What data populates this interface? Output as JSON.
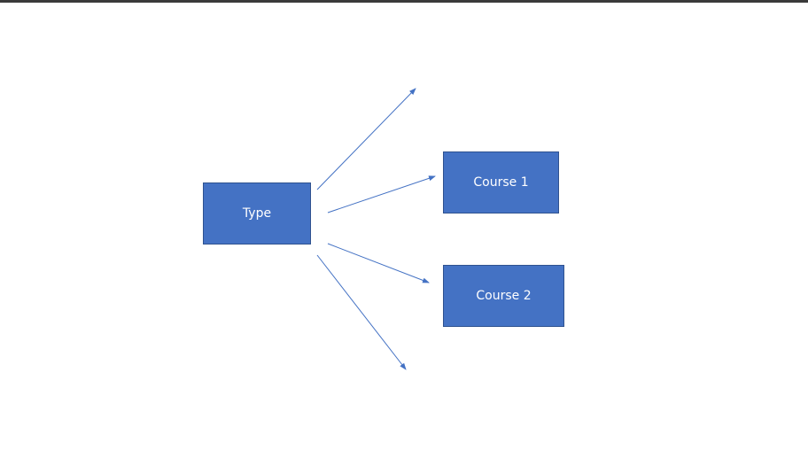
{
  "diagram": {
    "nodes": {
      "type": {
        "label": "Type"
      },
      "course_1": {
        "label": "Course 1"
      },
      "course_2": {
        "label": "Course 2"
      }
    },
    "edges": [
      {
        "from": "type",
        "to": null
      },
      {
        "from": "type",
        "to": "course_1"
      },
      {
        "from": "type",
        "to": "course_2"
      },
      {
        "from": "type",
        "to": null
      }
    ]
  },
  "colors": {
    "node_fill": "#4472c4",
    "node_border": "#2f528f",
    "arrow": "#4472c4",
    "top_rule": "#3a3a3a"
  }
}
